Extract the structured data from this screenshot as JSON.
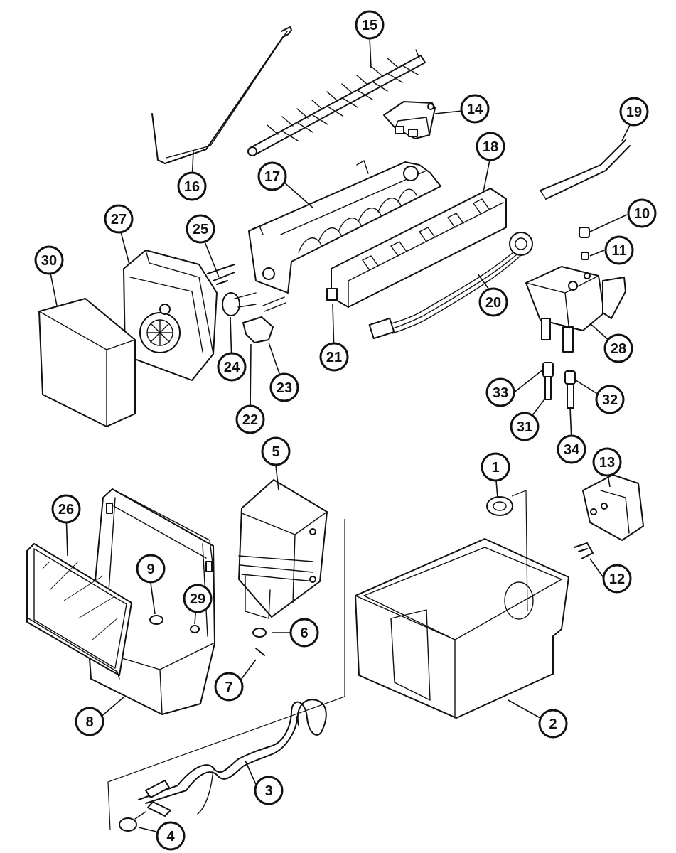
{
  "callouts": [
    {
      "id": "1",
      "label": "1"
    },
    {
      "id": "2",
      "label": "2"
    },
    {
      "id": "3",
      "label": "3"
    },
    {
      "id": "4",
      "label": "4"
    },
    {
      "id": "5",
      "label": "5"
    },
    {
      "id": "6",
      "label": "6"
    },
    {
      "id": "7",
      "label": "7"
    },
    {
      "id": "8",
      "label": "8"
    },
    {
      "id": "9",
      "label": "9"
    },
    {
      "id": "10",
      "label": "10"
    },
    {
      "id": "11",
      "label": "11"
    },
    {
      "id": "12",
      "label": "12"
    },
    {
      "id": "13",
      "label": "13"
    },
    {
      "id": "14",
      "label": "14"
    },
    {
      "id": "15",
      "label": "15"
    },
    {
      "id": "16",
      "label": "16"
    },
    {
      "id": "17",
      "label": "17"
    },
    {
      "id": "18",
      "label": "18"
    },
    {
      "id": "19",
      "label": "19"
    },
    {
      "id": "20",
      "label": "20"
    },
    {
      "id": "21",
      "label": "21"
    },
    {
      "id": "22",
      "label": "22"
    },
    {
      "id": "23",
      "label": "23"
    },
    {
      "id": "24",
      "label": "24"
    },
    {
      "id": "25",
      "label": "25"
    },
    {
      "id": "26",
      "label": "26"
    },
    {
      "id": "27",
      "label": "27"
    },
    {
      "id": "28",
      "label": "28"
    },
    {
      "id": "29",
      "label": "29"
    },
    {
      "id": "30",
      "label": "30"
    },
    {
      "id": "31",
      "label": "31"
    },
    {
      "id": "32",
      "label": "32"
    },
    {
      "id": "33",
      "label": "33"
    },
    {
      "id": "34",
      "label": "34"
    }
  ],
  "colors": {
    "ink": "#111111",
    "paper": "#ffffff"
  }
}
